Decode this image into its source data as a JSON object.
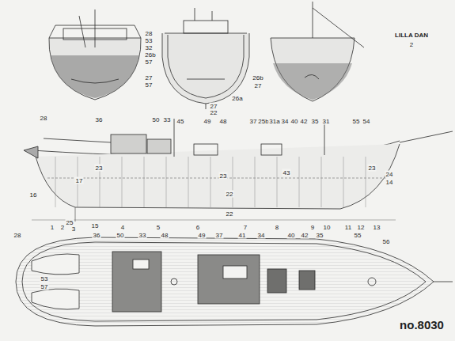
{
  "diagram": {
    "title": "LILLA DAN",
    "labels": [
      "2",
      "28",
      "53",
      "32",
      "26b",
      "57",
      "27",
      "57",
      "26b",
      "27",
      "26a",
      "27",
      "22",
      "28",
      "36",
      "50",
      "33",
      "45",
      "49",
      "48",
      "37",
      "25b",
      "31a",
      "34",
      "40",
      "42",
      "35",
      "31",
      "55",
      "54",
      "23",
      "17",
      "23",
      "43",
      "23",
      "24",
      "14",
      "16",
      "22",
      "22",
      "1",
      "2",
      "25",
      "3",
      "15",
      "4",
      "5",
      "6",
      "7",
      "8",
      "9",
      "10",
      "11",
      "12",
      "13",
      "28",
      "36",
      "50",
      "33",
      "48",
      "49",
      "37",
      "41",
      "34",
      "40",
      "42",
      "35",
      "55",
      "56",
      "53",
      "57",
      "no.8030"
    ]
  }
}
